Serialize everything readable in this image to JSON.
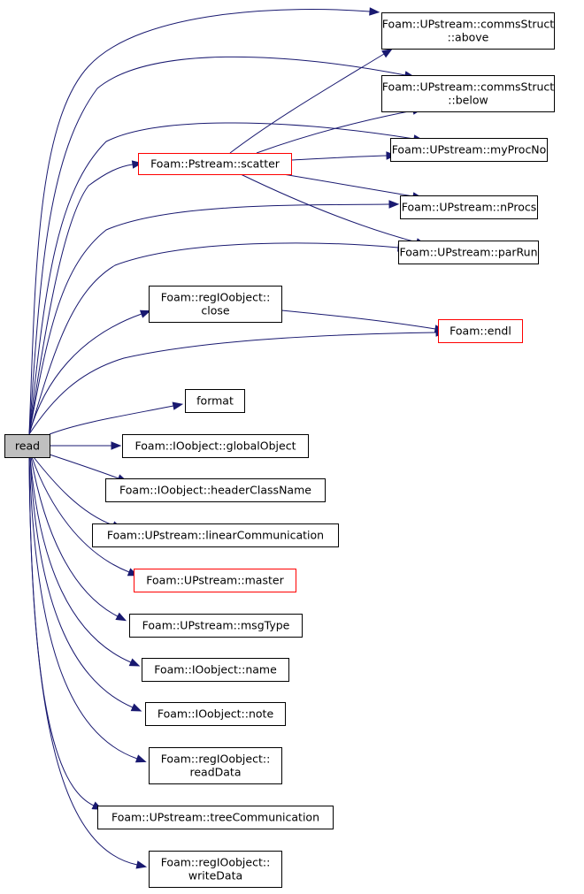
{
  "graph": {
    "colors": {
      "edge": "#191970",
      "node_border": "#000000",
      "highlight_border": "#ff0000",
      "root_fill": "#bfbfbf",
      "background": "#ffffff"
    },
    "nodes": [
      {
        "id": "read",
        "lines": [
          "read"
        ],
        "root": true,
        "red": false
      },
      {
        "id": "above",
        "lines": [
          "Foam::UPstream::commsStruct",
          "::above"
        ],
        "red": false
      },
      {
        "id": "below",
        "lines": [
          "Foam::UPstream::commsStruct",
          "::below"
        ],
        "red": false
      },
      {
        "id": "myProcNo",
        "lines": [
          "Foam::UPstream::myProcNo"
        ],
        "red": false
      },
      {
        "id": "scatter",
        "lines": [
          "Foam::Pstream::scatter"
        ],
        "red": true
      },
      {
        "id": "nProcs",
        "lines": [
          "Foam::UPstream::nProcs"
        ],
        "red": false
      },
      {
        "id": "parRun",
        "lines": [
          "Foam::UPstream::parRun"
        ],
        "red": false
      },
      {
        "id": "close",
        "lines": [
          "Foam::regIOobject::",
          "close"
        ],
        "red": false
      },
      {
        "id": "endl",
        "lines": [
          "Foam::endl"
        ],
        "red": true
      },
      {
        "id": "format",
        "lines": [
          "format"
        ],
        "red": false
      },
      {
        "id": "globalObject",
        "lines": [
          "Foam::IOobject::globalObject"
        ],
        "red": false
      },
      {
        "id": "headerClassName",
        "lines": [
          "Foam::IOobject::headerClassName"
        ],
        "red": false
      },
      {
        "id": "linearCommunication",
        "lines": [
          "Foam::UPstream::linearCommunication"
        ],
        "red": false
      },
      {
        "id": "master",
        "lines": [
          "Foam::UPstream::master"
        ],
        "red": true
      },
      {
        "id": "msgType",
        "lines": [
          "Foam::UPstream::msgType"
        ],
        "red": false
      },
      {
        "id": "name",
        "lines": [
          "Foam::IOobject::name"
        ],
        "red": false
      },
      {
        "id": "note",
        "lines": [
          "Foam::IOobject::note"
        ],
        "red": false
      },
      {
        "id": "readData",
        "lines": [
          "Foam::regIOobject::",
          "readData"
        ],
        "red": false
      },
      {
        "id": "treeCommunication",
        "lines": [
          "Foam::UPstream::treeCommunication"
        ],
        "red": false
      },
      {
        "id": "writeData",
        "lines": [
          "Foam::regIOobject::",
          "writeData"
        ],
        "red": false
      }
    ],
    "edges": [
      {
        "from": "read",
        "to": "above"
      },
      {
        "from": "read",
        "to": "below"
      },
      {
        "from": "read",
        "to": "myProcNo"
      },
      {
        "from": "read",
        "to": "scatter"
      },
      {
        "from": "read",
        "to": "nProcs"
      },
      {
        "from": "read",
        "to": "parRun"
      },
      {
        "from": "read",
        "to": "close"
      },
      {
        "from": "read",
        "to": "endl"
      },
      {
        "from": "read",
        "to": "format"
      },
      {
        "from": "read",
        "to": "globalObject"
      },
      {
        "from": "read",
        "to": "headerClassName"
      },
      {
        "from": "read",
        "to": "linearCommunication"
      },
      {
        "from": "read",
        "to": "master"
      },
      {
        "from": "read",
        "to": "msgType"
      },
      {
        "from": "read",
        "to": "name"
      },
      {
        "from": "read",
        "to": "note"
      },
      {
        "from": "read",
        "to": "readData"
      },
      {
        "from": "read",
        "to": "treeCommunication"
      },
      {
        "from": "read",
        "to": "writeData"
      },
      {
        "from": "scatter",
        "to": "above"
      },
      {
        "from": "scatter",
        "to": "below"
      },
      {
        "from": "scatter",
        "to": "myProcNo"
      },
      {
        "from": "scatter",
        "to": "nProcs"
      },
      {
        "from": "scatter",
        "to": "parRun"
      },
      {
        "from": "close",
        "to": "endl"
      }
    ]
  }
}
